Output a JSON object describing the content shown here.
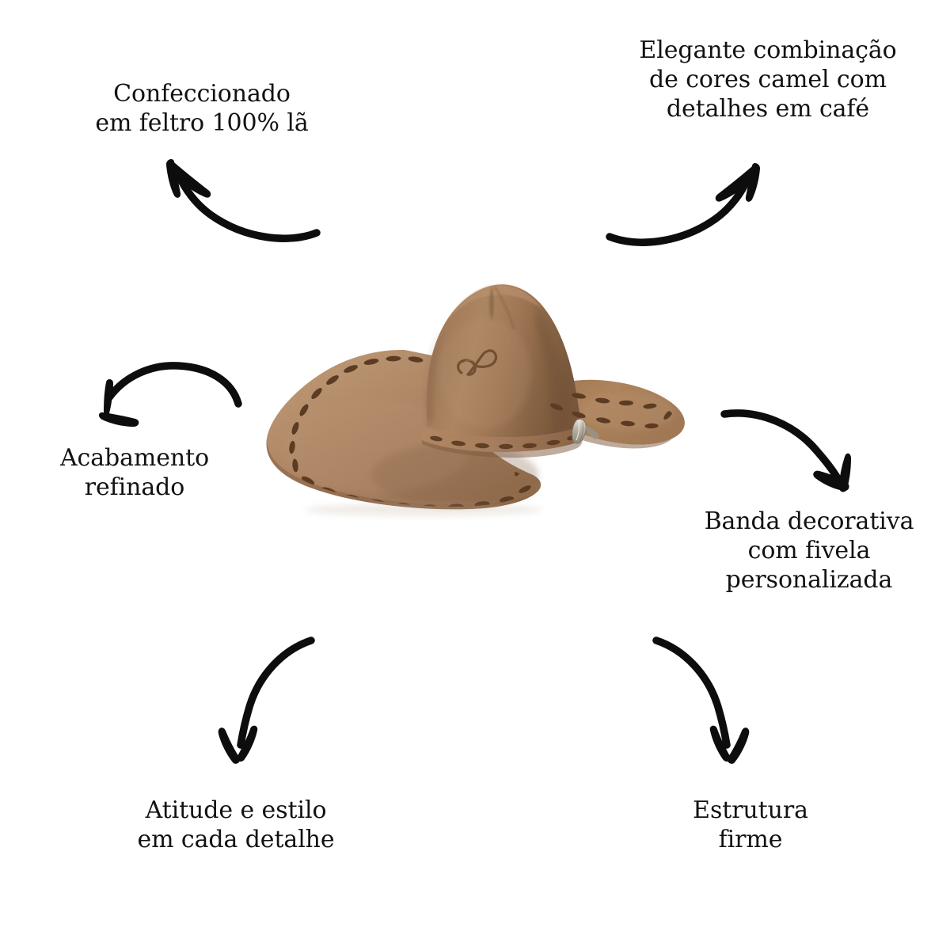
{
  "page": {
    "title": "Chapéu Camel — Infográfico de Características",
    "background_color": "#ffffff",
    "text_color": "#121212",
    "language": "pt-BR"
  },
  "product": {
    "name": "Chapéu de feltro camel",
    "colors": {
      "crown_felt": "#9c7554",
      "crown_highlight": "#b08a66",
      "crown_shadow": "#7e5a3e",
      "brim_top": "#b58e6b",
      "brim_under": "#a8805e",
      "stitch_hole": "#5a3b24",
      "band": "#a97f5c",
      "buckle_silver": "#c9c4bb"
    },
    "crown_logo": "embossed-brand-monogram",
    "band_buckle": "silver-side-buckle"
  },
  "callouts": [
    {
      "id": "feltro",
      "text": "Confeccionado\nem feltro 100% lã",
      "position": "top-left",
      "arrow": "curved-arrow-up-left"
    },
    {
      "id": "cores",
      "text": "Elegante combinação\nde cores camel com\ndetalhes em café",
      "position": "top-right",
      "arrow": "curved-arrow-up-right"
    },
    {
      "id": "acabamento",
      "text": "Acabamento\nrefinado",
      "position": "middle-left",
      "arrow": "curved-arrow-down-left"
    },
    {
      "id": "banda",
      "text": "Banda decorativa\ncom fivela\npersonalizada",
      "position": "middle-right",
      "arrow": "curved-arrow-down-right"
    },
    {
      "id": "atitude",
      "text": "Atitude e estilo\nem cada detalhe",
      "position": "bottom-left",
      "arrow": "curved-arrow-down"
    },
    {
      "id": "estrutura",
      "text": "Estrutura\nfirme",
      "position": "bottom-right",
      "arrow": "curved-arrow-down"
    }
  ],
  "arrow_style": {
    "color": "#0d0d0d",
    "stroke_width": 9,
    "style": "hand-drawn-tapered"
  }
}
